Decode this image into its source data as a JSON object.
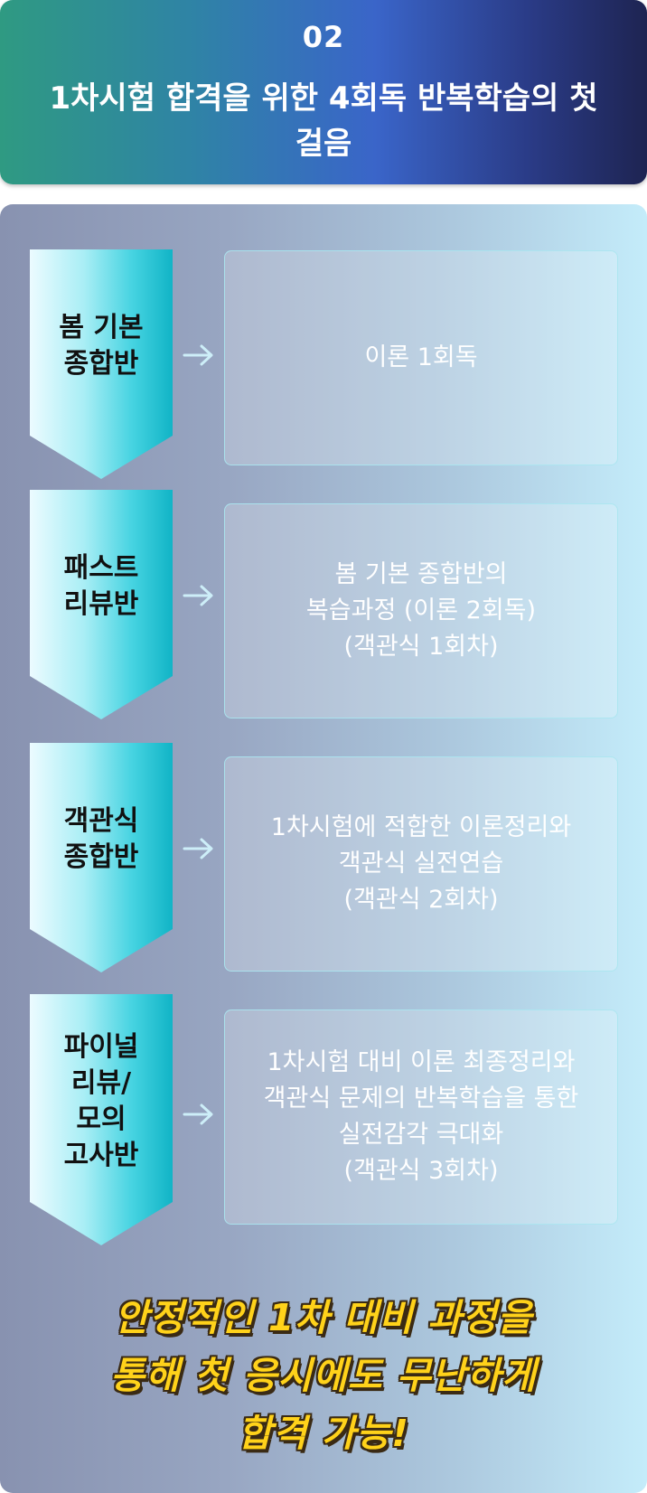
{
  "header": {
    "number": "02",
    "title": "1차시험 합격을 위한 4회독 반복학습의 첫 걸음"
  },
  "courses": [
    {
      "name_lines": [
        "봄 기본",
        "종합반"
      ],
      "description_lines": [
        "이론 1회독"
      ]
    },
    {
      "name_lines": [
        "패스트",
        "리뷰반"
      ],
      "description_lines": [
        "봄 기본 종합반의",
        "복습과정 (이론 2회독)",
        "(객관식 1회차)"
      ]
    },
    {
      "name_lines": [
        "객관식",
        "종합반"
      ],
      "description_lines": [
        "1차시험에 적합한 이론정리와",
        "객관식 실전연습",
        "(객관식 2회차)"
      ]
    },
    {
      "name_lines": [
        "파이널",
        "리뷰/",
        "모의",
        "고사반"
      ],
      "description_lines": [
        "1차시험 대비 이론 최종정리와",
        "객관식 문제의 반복학습을 통한",
        "실전감각 극대화",
        "(객관식 3회차)"
      ]
    }
  ],
  "slogan_lines": [
    "안정적인 1차 대비 과정을",
    "통해 첫 응시에도 무난하게",
    "합격 가능!"
  ],
  "icons": {
    "arrow": "arrow-right-icon"
  },
  "colors": {
    "header_gradient_start": "#2f9a82",
    "header_gradient_end": "#1e2452",
    "chevron_accent": "#11b4c6",
    "slogan": "#ffd21a"
  }
}
